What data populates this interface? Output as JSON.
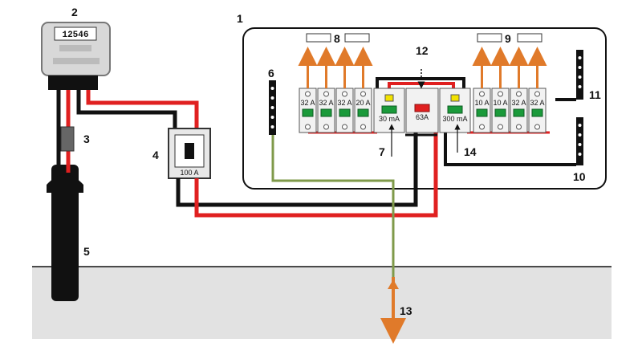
{
  "colors": {
    "live": "#e02020",
    "neutral": "#111111",
    "earth": "#7f9a4a",
    "arrow": "#e07a2a",
    "breaker_toggle": "#1a9a3a",
    "rcd_test": "#f2e200",
    "main_toggle": "#e02020",
    "ground": "#e2e2e2"
  },
  "meter": {
    "reading": "12546"
  },
  "main_switch": {
    "rating": "100 A"
  },
  "rcd_left": {
    "rating": "30 mA"
  },
  "main_breaker": {
    "rating": "63A"
  },
  "rcd_right": {
    "rating": "300 mA"
  },
  "left_breakers": [
    "32 A",
    "32 A",
    "32 A",
    "20 A"
  ],
  "right_breakers": [
    "10 A",
    "10 A",
    "32 A",
    "32 A"
  ],
  "callouts": {
    "n1": "1",
    "n2": "2",
    "n3": "3",
    "n4": "4",
    "n5": "5",
    "n6": "6",
    "n7": "7",
    "n8": "8",
    "n9": "9",
    "n10": "10",
    "n11": "11",
    "n12": "12",
    "n13": "13",
    "n14": "14"
  }
}
